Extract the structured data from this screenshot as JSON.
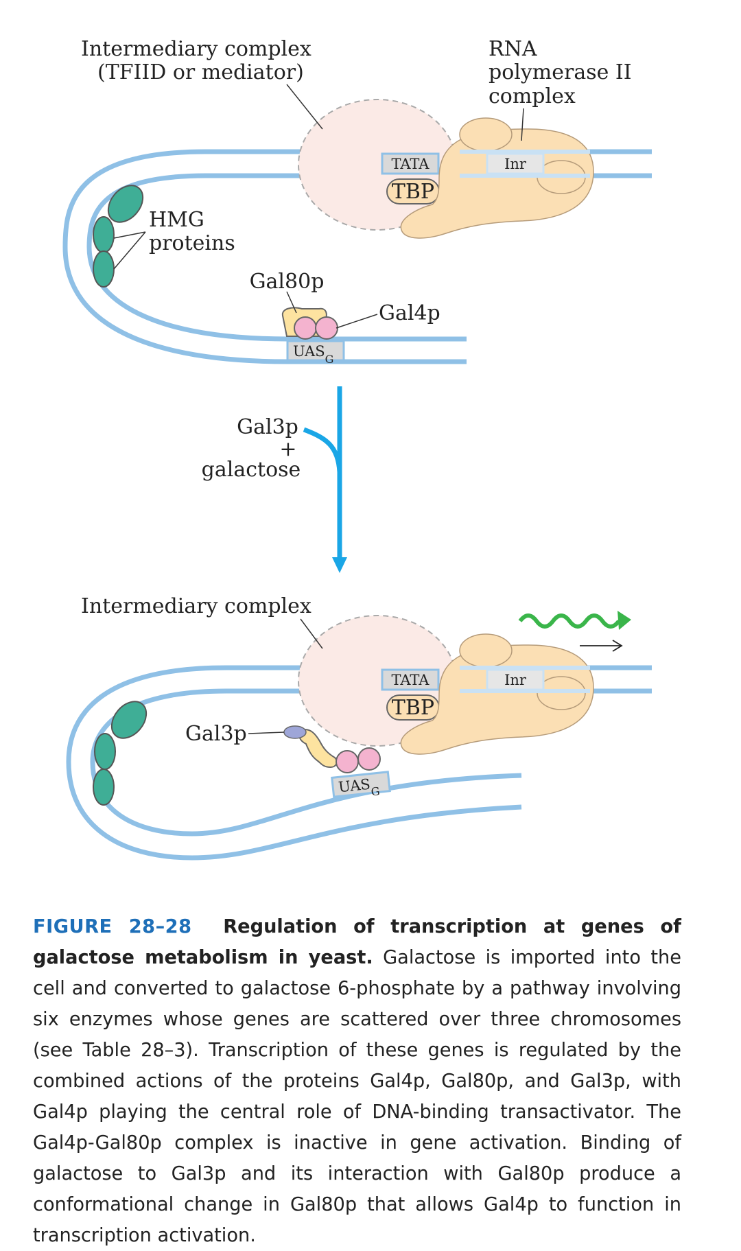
{
  "top_panel": {
    "intermediary_label_line1": "Intermediary complex",
    "intermediary_label_line2": "(TFIID or mediator)",
    "rnapol_label_line1": "RNA",
    "rnapol_label_line2": "polymerase II",
    "rnapol_label_line3": "complex",
    "tata_label": "TATA",
    "tbp_label": "TBP",
    "inr_label": "Inr",
    "hmg_label_line1": "HMG",
    "hmg_label_line2": "proteins",
    "gal80p_label": "Gal80p",
    "gal4p_label": "Gal4p",
    "uas_label": "UAS",
    "uas_subscript": "G"
  },
  "transition": {
    "line1": "Gal3p",
    "line2": "+",
    "line3": "galactose"
  },
  "bottom_panel": {
    "intermediary_label": "Intermediary complex",
    "tata_label": "TATA",
    "tbp_label": "TBP",
    "inr_label": "Inr",
    "gal3p_label": "Gal3p",
    "uas_label": "UAS",
    "uas_subscript": "G"
  },
  "caption": {
    "figure_number": "FIGURE 28–28",
    "title": "Regulation of transcription at genes of galactose metabolism in yeast.",
    "body": "Galactose is imported into the cell and converted to galactose 6-phosphate by a pathway involving six enzymes whose genes are scattered over three chromosomes (see Table 28–3). Transcription of these genes is regulated by the combined actions of the proteins Gal4p, Gal80p, and Gal3p, with Gal4p playing the central role of DNA-binding transactivator. The Gal4p-Gal80p complex is inactive in gene activation. Binding of galactose to Gal3p and its interaction with Gal80p produce a conformational change in Gal80p that allows Gal4p to function in transcription activation."
  },
  "colors": {
    "dna": "#8fc0e6",
    "dna_light": "#c9e1f4",
    "arrow": "#1aa6e6",
    "intermediary_fill": "#fbeae6",
    "polymerase_fill": "#fbdfb4",
    "hmg_fill": "#3fae96",
    "gal4p_fill": "#f4b3cf",
    "gal80p_fill": "#fde3a0",
    "gal3p_fill": "#9ea6d8",
    "mrna": "#3ab54a",
    "figure_number": "#1e6fb8"
  }
}
